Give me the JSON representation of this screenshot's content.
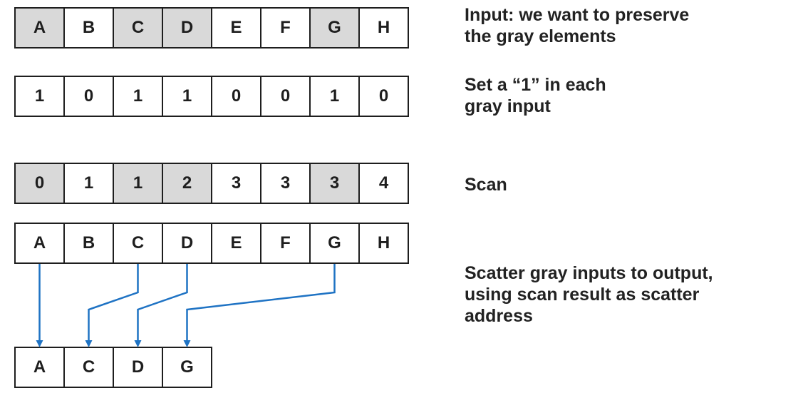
{
  "rows": {
    "input": {
      "cells": [
        "A",
        "B",
        "C",
        "D",
        "E",
        "F",
        "G",
        "H"
      ],
      "gray": [
        true,
        false,
        true,
        true,
        false,
        false,
        true,
        false
      ]
    },
    "flags": {
      "cells": [
        "1",
        "0",
        "1",
        "1",
        "0",
        "0",
        "1",
        "0"
      ],
      "gray": [
        false,
        false,
        false,
        false,
        false,
        false,
        false,
        false
      ]
    },
    "scan": {
      "cells": [
        "0",
        "1",
        "1",
        "2",
        "3",
        "3",
        "3",
        "4"
      ],
      "gray": [
        true,
        false,
        true,
        true,
        false,
        false,
        true,
        false
      ]
    },
    "source": {
      "cells": [
        "A",
        "B",
        "C",
        "D",
        "E",
        "F",
        "G",
        "H"
      ],
      "gray": [
        false,
        false,
        false,
        false,
        false,
        false,
        false,
        false
      ]
    },
    "output": {
      "cells": [
        "A",
        "C",
        "D",
        "G"
      ],
      "gray": [
        false,
        false,
        false,
        false
      ]
    }
  },
  "captions": {
    "input": "Input: we want to preserve\nthe gray elements",
    "flags": "Set a “1” in each\ngray input",
    "scan": "Scan",
    "scatter": "Scatter gray inputs to output,\nusing scan result as scatter\naddress"
  },
  "scatter": [
    {
      "from": 0,
      "to": 0
    },
    {
      "from": 2,
      "to": 1
    },
    {
      "from": 3,
      "to": 2
    },
    {
      "from": 6,
      "to": 3
    }
  ],
  "colors": {
    "gray_cell": "#d9d9d9",
    "arrow": "#1f73c4",
    "border": "#1e1e1e"
  }
}
